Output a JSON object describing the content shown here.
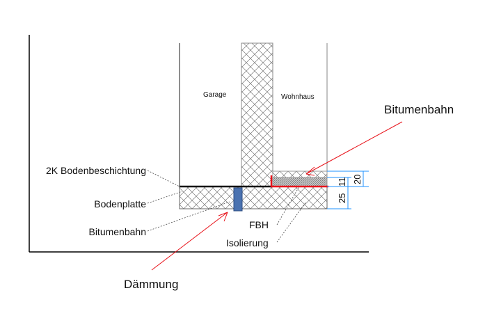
{
  "rooms": {
    "garage": "Garage",
    "wohnhaus": "Wohnhaus"
  },
  "labels": {
    "bitumenbahn_top": "Bitumenbahn",
    "bodenbeschichtung": "2K Bodenbeschichtung",
    "bodenplatte": "Bodenplatte",
    "bitumenbahn_bottom": "Bitumenbahn",
    "fbh": "FBH",
    "isolierung": "Isolierung",
    "daemmung": "Dämmung"
  },
  "dimensions": {
    "d20": "20",
    "d11": "11",
    "d25": "25"
  },
  "colors": {
    "red": "#e8141b",
    "blue_dim": "#1e90ff",
    "insulation": "#4a72b0"
  }
}
